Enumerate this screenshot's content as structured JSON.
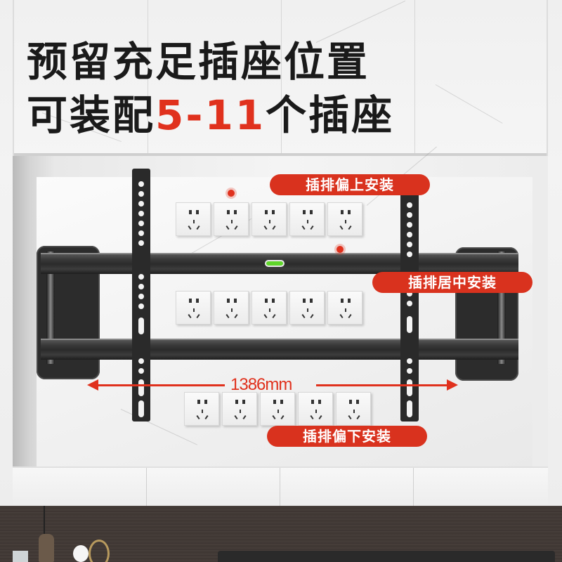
{
  "headline": {
    "line1": "预留充足插座位置",
    "line2_prefix": "可装配",
    "line2_accent": "5-11",
    "line2_suffix": "个插座"
  },
  "labels": {
    "top": "插排偏上安装",
    "middle": "插排居中安装",
    "bottom": "插排偏下安装"
  },
  "dimension": {
    "width_text": "1386mm"
  },
  "socket_rows": {
    "top_count": 5,
    "middle_count": 5,
    "bottom_count": 5
  },
  "colors": {
    "accent_red": "#d9321e",
    "headline_dark": "#1a1a1a",
    "bubble_level_green": "#5fd62a",
    "mount_black": "#2a2a2a"
  },
  "icons": {
    "socket": "socket-icon",
    "arrow_left": "arrow-left-icon",
    "arrow_right": "arrow-right-icon",
    "bubble_level": "bubble-level-icon",
    "marker_dot": "marker-dot-icon"
  }
}
